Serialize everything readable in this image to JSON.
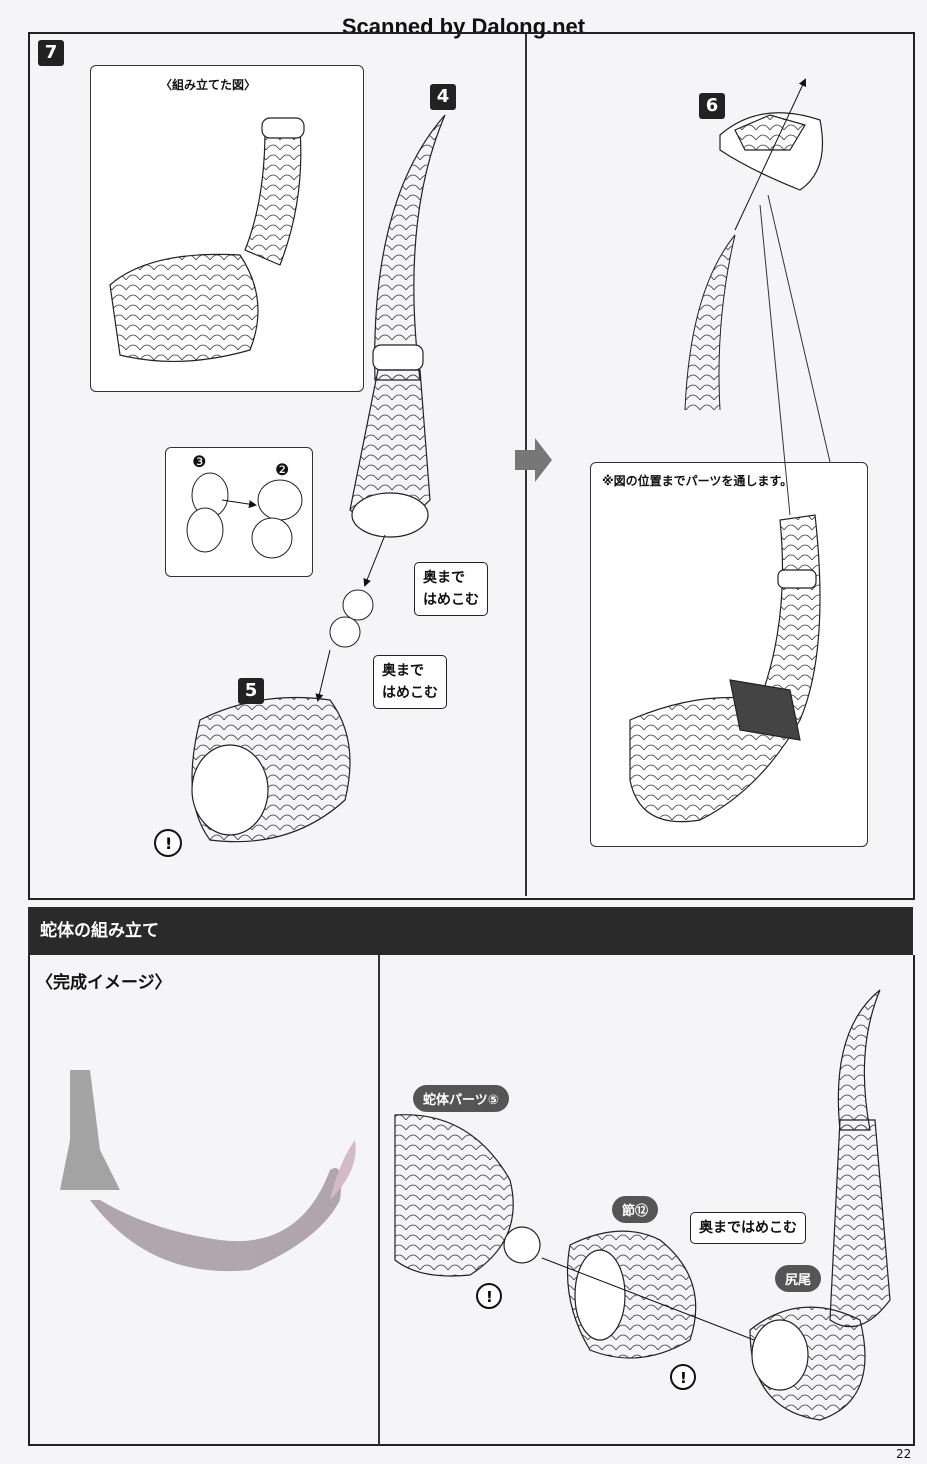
{
  "watermark": "Scanned by Dalong.net",
  "step7": {
    "number": "7",
    "assembled_label": "〈組み立てた図〉",
    "step4": "4",
    "step5": "5",
    "step6": "6",
    "part3": "❸",
    "part2": "❷",
    "callout_a": [
      "奥まで",
      "はめこむ"
    ],
    "callout_b": [
      "奥まで",
      "はめこむ"
    ],
    "note": "※図の位置までパーツを通します。"
  },
  "section": {
    "title": "蛇体の組み立て",
    "complete_label": "〈完成イメージ〉",
    "part_body": "蛇体パーツ⑤",
    "part_joint": "節⑫",
    "callout": "奥まではめこむ",
    "part_tail": "尻尾",
    "joint_mark": "12"
  },
  "page_number": "22"
}
